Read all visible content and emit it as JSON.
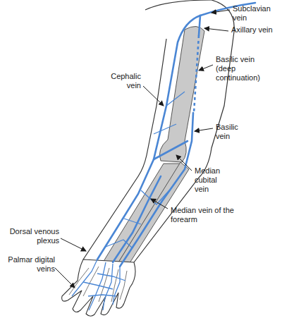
{
  "diagram": {
    "labels": [
      "Subclavian vein",
      "Axillary vein",
      "Basilic vein (deep continuation)",
      "Cephalic vein",
      "Basilic vein",
      "Median cubital vein",
      "Median vein of the forearm",
      "Dorsal venous plexus",
      "Palmar digital veins"
    ]
  }
}
